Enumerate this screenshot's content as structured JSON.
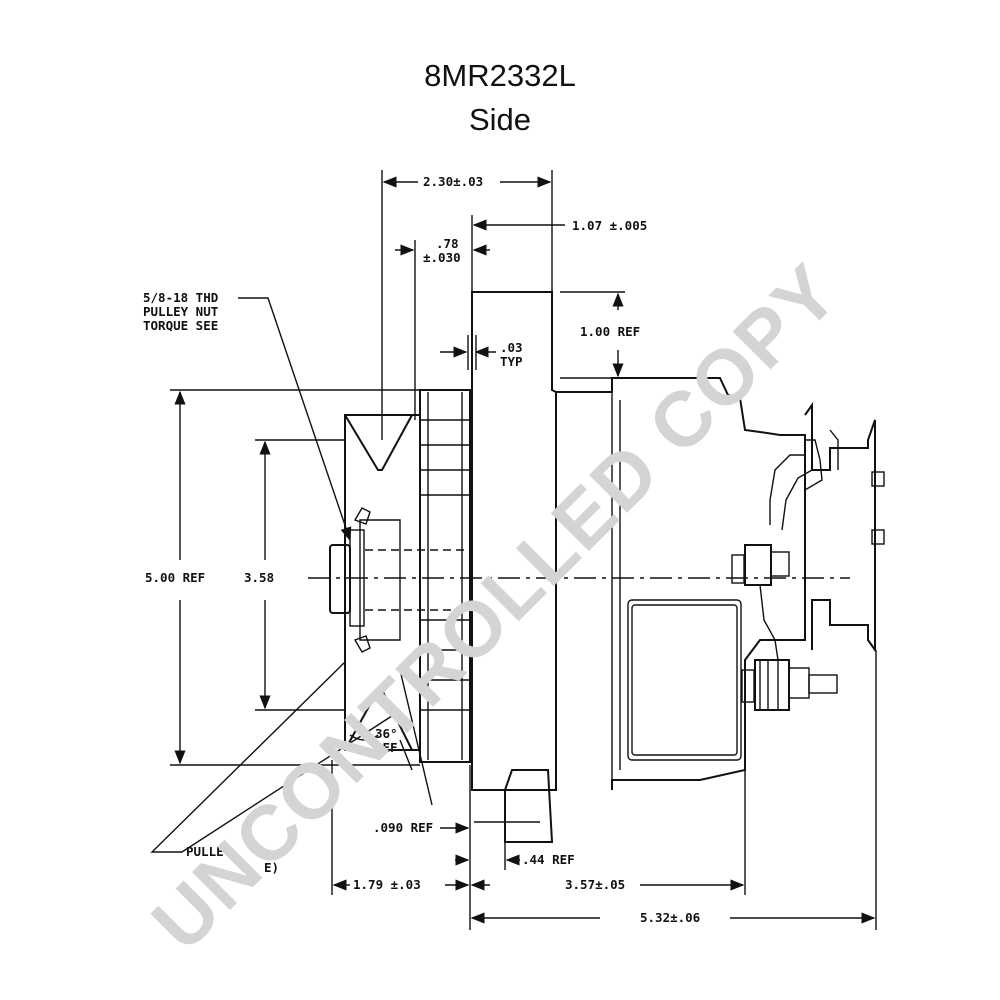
{
  "header": {
    "part_number": "8MR2332L",
    "view": "Side"
  },
  "watermark": {
    "text": "UNCONTROLLED COPY",
    "color": "#d4d4d4"
  },
  "dimensions": {
    "d_2_30": "2.30±.03",
    "d_1_07": "1.07 ±.005",
    "d_078_a": ".78",
    "d_078_b": "±.030",
    "d_1_00": "1.00 REF",
    "d_003_a": ".03",
    "d_003_b": "TYP",
    "d_5_00": "5.00 REF",
    "d_3_58": "3.58",
    "d_36_a": "36°",
    "d_36_b": "REF",
    "d_090": ".090 REF",
    "d_044": ".44 REF",
    "d_1_79": "1.79 ±.03",
    "d_3_57": "3.57±.05",
    "d_5_32": "5.32±.06"
  },
  "callouts": {
    "thread_1": "5/8-18 THD",
    "thread_2": "PULLEY NUT",
    "thread_3": "TORQUE SEE",
    "pulley_1": "PULLE",
    "pulley_2": "E)"
  }
}
